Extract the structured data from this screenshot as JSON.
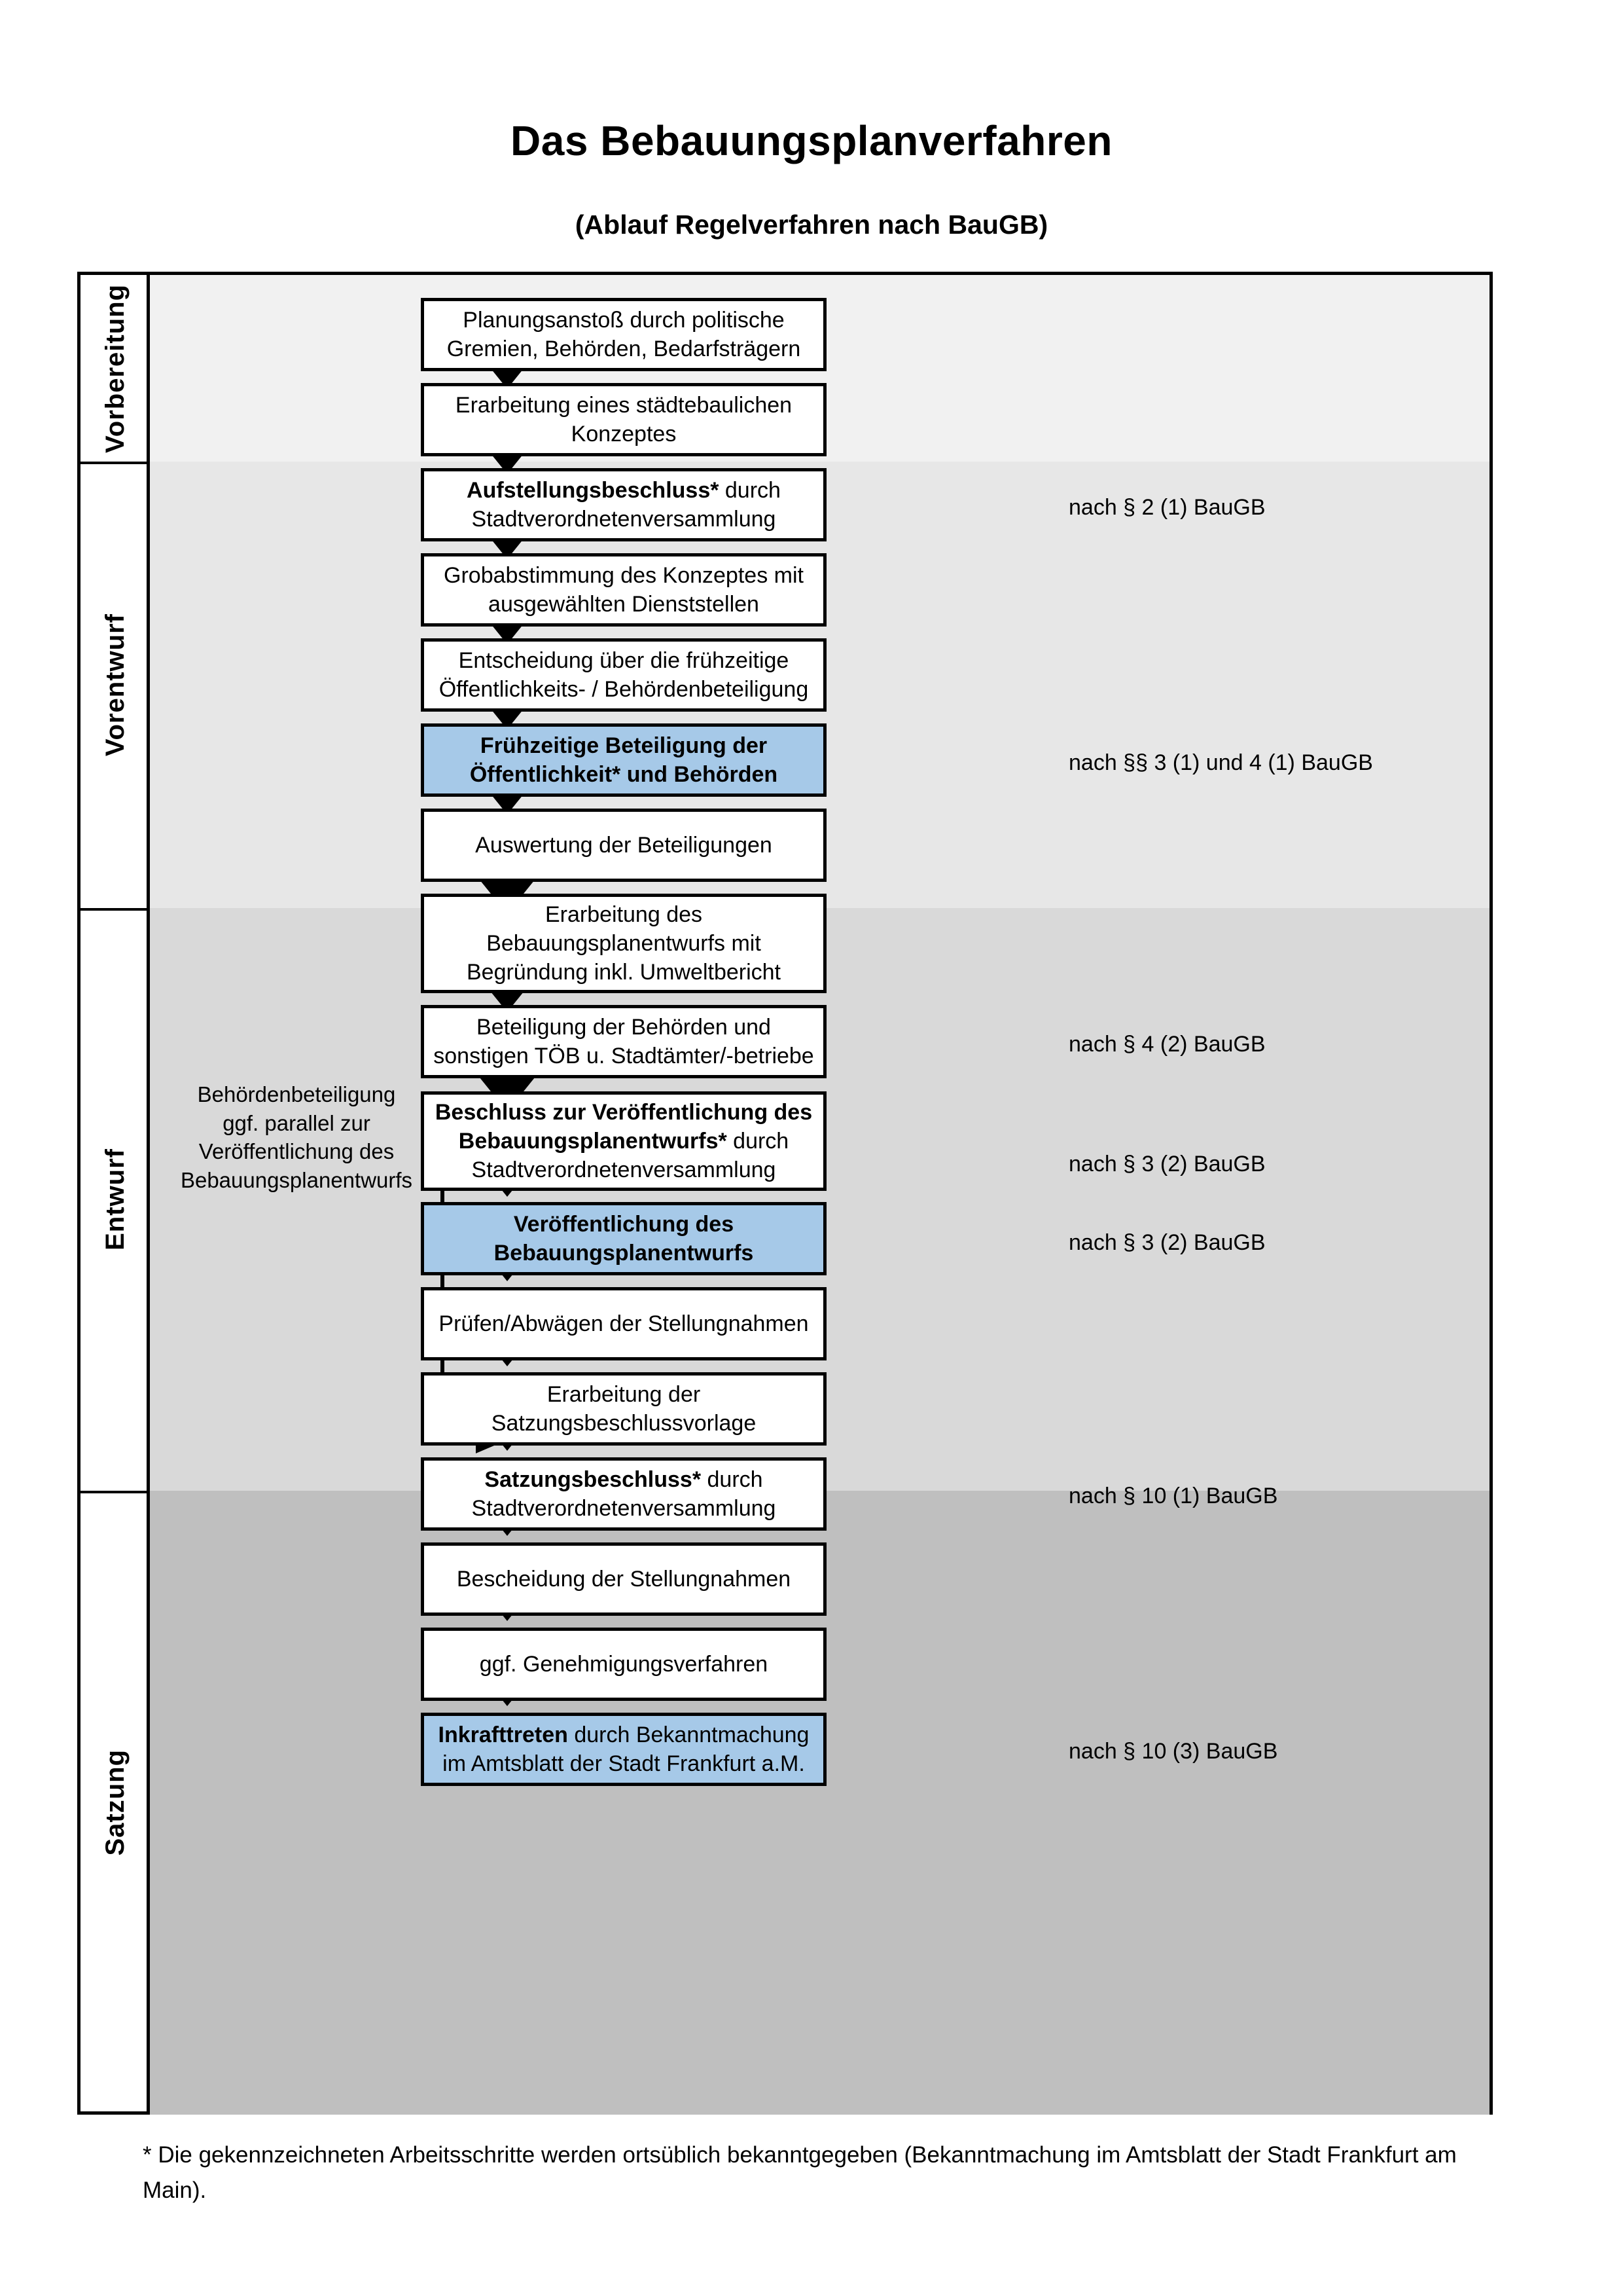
{
  "header": {
    "title": "Das Bebauungsplanverfahren",
    "subtitle": "(Ablauf Regelverfahren nach BauGB)"
  },
  "phases": [
    {
      "id": "vorbereitung",
      "label": "Vorbereitung",
      "band_color": "#F1F1F1"
    },
    {
      "id": "vorentwurf",
      "label": "Vorentwurf",
      "band_color": "#E7E7E7"
    },
    {
      "id": "entwurf",
      "label": "Entwurf",
      "band_color": "#D9D9D9"
    },
    {
      "id": "satzung",
      "label": "Satzung",
      "band_color": "#BFBFBF"
    }
  ],
  "steps": [
    {
      "n": 1,
      "phase": "vorbereitung",
      "highlight": false,
      "lines": [
        {
          "text": "Planungsanstoß durch politische",
          "bold": false
        },
        {
          "text": "Gremien, Behörden, Bedarfsträgern",
          "bold": false
        }
      ]
    },
    {
      "n": 2,
      "phase": "vorbereitung",
      "highlight": false,
      "lines": [
        {
          "text": "Erarbeitung eines städtebaulichen",
          "bold": false
        },
        {
          "text": "Konzeptes",
          "bold": false
        }
      ]
    },
    {
      "n": 3,
      "phase": "vorbereitung",
      "highlight": false,
      "lines": [
        {
          "text": "Aufstellungsbeschluss*",
          "bold": true
        },
        {
          "text": " durch",
          "bold": false
        },
        {
          "text": "\nStadtverordnetenversammlung",
          "bold": false
        }
      ]
    },
    {
      "n": 4,
      "phase": "vorentwurf",
      "highlight": false,
      "lines": [
        {
          "text": "Grobabstimmung des Konzeptes mit",
          "bold": false
        },
        {
          "text": "ausgewählten Dienststellen",
          "bold": false
        }
      ]
    },
    {
      "n": 5,
      "phase": "vorentwurf",
      "highlight": false,
      "lines": [
        {
          "text": "Entscheidung über die frühzeitige",
          "bold": false
        },
        {
          "text": "Öffentlichkeits- / Behördenbeteiligung",
          "bold": false
        }
      ]
    },
    {
      "n": 6,
      "phase": "vorentwurf",
      "highlight": true,
      "lines": [
        {
          "text": "Frühzeitige Beteiligung der",
          "bold": true
        },
        {
          "text": "Öffentlichkeit* und Behörden",
          "bold": true
        }
      ]
    },
    {
      "n": 7,
      "phase": "entwurf",
      "highlight": false,
      "lines": [
        {
          "text": "Auswertung der Beteiligungen",
          "bold": false
        }
      ]
    },
    {
      "n": 8,
      "phase": "entwurf",
      "highlight": false,
      "lines": [
        {
          "text": "Erarbeitung des",
          "bold": false
        },
        {
          "text": "Bebauungsplanentwurfs mit",
          "bold": false
        },
        {
          "text": "Begründung inkl. Umweltbericht",
          "bold": false
        }
      ]
    },
    {
      "n": 9,
      "phase": "entwurf",
      "highlight": false,
      "lines": [
        {
          "text": "Beteiligung der Behörden und",
          "bold": false
        },
        {
          "text": "sonstigen TÖB u. Stadtämter/-betriebe",
          "bold": false
        }
      ]
    },
    {
      "n": 10,
      "phase": "entwurf",
      "highlight": false,
      "lines": [
        {
          "text": "Beschluss zur Veröffentlichung des",
          "bold": true
        },
        {
          "text": "Bebauungsplanentwurfs*",
          "bold": true
        },
        {
          "text": " durch",
          "bold": false
        },
        {
          "text": "\nStadtverordnetenversammlung",
          "bold": false
        }
      ]
    },
    {
      "n": 11,
      "phase": "entwurf",
      "highlight": true,
      "lines": [
        {
          "text": "Veröffentlichung des",
          "bold": true
        },
        {
          "text": "Bebauungsplanentwurfs",
          "bold": true
        }
      ]
    },
    {
      "n": 12,
      "phase": "satzung",
      "highlight": false,
      "lines": [
        {
          "text": "Prüfen/Abwägen der Stellungnahmen",
          "bold": false
        }
      ]
    },
    {
      "n": 13,
      "phase": "satzung",
      "highlight": false,
      "lines": [
        {
          "text": "Erarbeitung der",
          "bold": false
        },
        {
          "text": "Satzungsbeschlussvorlage",
          "bold": false
        }
      ]
    },
    {
      "n": 14,
      "phase": "satzung",
      "highlight": false,
      "lines": [
        {
          "text": "Satzungsbeschluss*",
          "bold": true
        },
        {
          "text": " durch",
          "bold": false
        },
        {
          "text": "\nStadtverordnetenversammlung",
          "bold": false
        }
      ]
    },
    {
      "n": 15,
      "phase": "satzung",
      "highlight": false,
      "lines": [
        {
          "text": "Bescheidung der Stellungnahmen",
          "bold": false
        }
      ]
    },
    {
      "n": 16,
      "phase": "satzung",
      "highlight": false,
      "lines": [
        {
          "text": "ggf. Genehmigungsverfahren",
          "bold": false
        }
      ]
    },
    {
      "n": 17,
      "phase": "satzung",
      "highlight": true,
      "lines": [
        {
          "text": "Inkrafttreten",
          "bold": true
        },
        {
          "text": " durch Bekanntmachung",
          "bold": false
        },
        {
          "text": "\nim Amtsblatt der Stadt Frankfurt a.M.",
          "bold": false
        }
      ]
    }
  ],
  "step_text": {
    "s1_l1": "Planungsanstoß durch politische",
    "s1_l2": "Gremien, Behörden, Bedarfsträgern",
    "s2_l1": "Erarbeitung eines städtebaulichen",
    "s2_l2": "Konzeptes",
    "s3_b": "Aufstellungsbeschluss*",
    "s3_r": " durch",
    "s3_l2": "Stadtverordnetenversammlung",
    "s4_l1": "Grobabstimmung des Konzeptes mit",
    "s4_l2": "ausgewählten Dienststellen",
    "s5_l1": "Entscheidung über die frühzeitige",
    "s5_l2": "Öffentlichkeits- / Behördenbeteiligung",
    "s6_l1": "Frühzeitige Beteiligung der",
    "s6_l2": "Öffentlichkeit* und Behörden",
    "s7_l1": "Auswertung der Beteiligungen",
    "s8_l1": "Erarbeitung des",
    "s8_l2": "Bebauungsplanentwurfs mit",
    "s8_l3": "Begründung inkl. Umweltbericht",
    "s9_l1": "Beteiligung der Behörden und",
    "s9_l2": "sonstigen TÖB u. Stadtämter/-betriebe",
    "s10_b1": "Beschluss zur Veröffentlichung des",
    "s10_b2": "Bebauungsplanentwurfs*",
    "s10_r": " durch",
    "s10_l3": "Stadtverordnetenversammlung",
    "s11_l1": "Veröffentlichung des",
    "s11_l2": "Bebauungsplanentwurfs",
    "s12_l1": "Prüfen/Abwägen der Stellungnahmen",
    "s13_l1": "Erarbeitung der",
    "s13_l2": "Satzungsbeschlussvorlage",
    "s14_b": "Satzungsbeschluss*",
    "s14_r": " durch",
    "s14_l2": "Stadtverordnetenversammlung",
    "s15_l1": "Bescheidung der Stellungnahmen",
    "s16_l1": "ggf. Genehmigungsverfahren",
    "s17_b": "Inkrafttreten",
    "s17_r": " durch Bekanntmachung",
    "s17_l2": "im Amtsblatt der Stadt Frankfurt a.M."
  },
  "side_note": {
    "l1": "Behördenbeteiligung",
    "l2": "ggf. parallel zur",
    "l3": "Veröffentlichung des",
    "l4": "Bebauungsplanentwurfs"
  },
  "law_refs": [
    {
      "id": "ref-2-1",
      "text": "nach § 2 (1) BauGB",
      "for_step": 3
    },
    {
      "id": "ref-3-1-4-1",
      "text": "nach §§ 3 (1) und 4 (1) BauGB",
      "for_step": 6
    },
    {
      "id": "ref-4-2",
      "text": "nach § 4 (2) BauGB",
      "for_step": 9
    },
    {
      "id": "ref-3-2-a",
      "text": "nach § 3 (2) BauGB",
      "for_step": 10
    },
    {
      "id": "ref-3-2-b",
      "text": "nach § 3 (2) BauGB",
      "for_step": 11
    },
    {
      "id": "ref-10-1",
      "text": "nach § 10 (1) BauGB",
      "for_step": 14
    },
    {
      "id": "ref-10-3",
      "text": "nach § 10 (3) BauGB",
      "for_step": 17
    }
  ],
  "law_ref_text": {
    "r1": "nach § 2 (1) BauGB",
    "r2": "nach §§ 3 (1) und 4 (1) BauGB",
    "r3": "nach § 4 (2) BauGB",
    "r4": "nach § 3 (2) BauGB",
    "r5": "nach § 3 (2) BauGB",
    "r6": "nach § 10 (1) BauGB",
    "r7": "nach § 10 (3) BauGB"
  },
  "footnote": {
    "text": "* Die gekennzeichneten Arbeitsschritte werden ortsüblich bekanntgegeben (Bekanntmachung im Amtsblatt  der Stadt Frankfurt am Main)."
  },
  "colors": {
    "highlight_blue": "#A6C9E8",
    "band1": "#F1F1F1",
    "band2": "#E7E7E7",
    "band3": "#D9D9D9",
    "band4": "#BFBFBF",
    "stroke": "#000000"
  }
}
